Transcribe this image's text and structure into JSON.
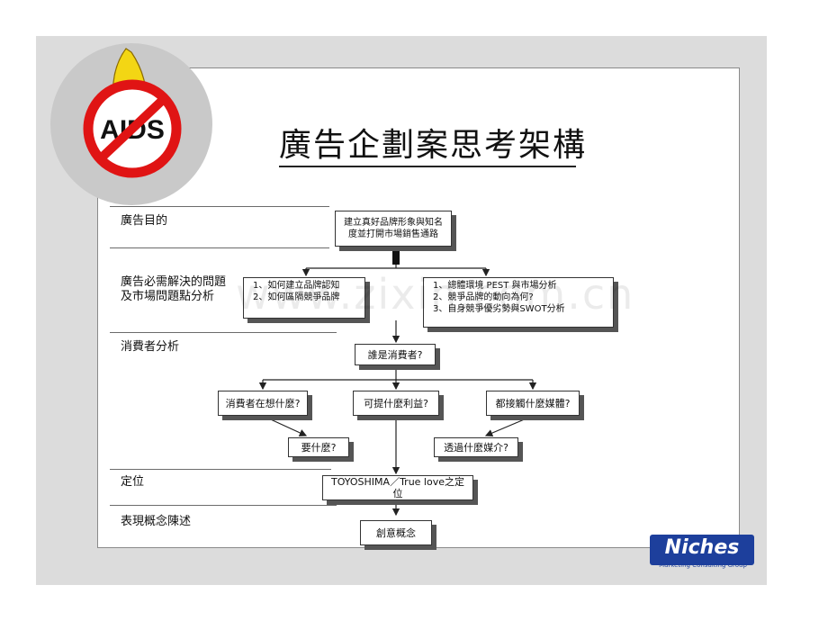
{
  "title": "廣告企劃案思考架構",
  "sections": [
    {
      "id": "purpose",
      "label": "廣告目的"
    },
    {
      "id": "problem",
      "label_line1": "廣告必需解決的問題",
      "label_line2": "及市場問題點分析"
    },
    {
      "id": "consumer",
      "label": "消費者分析"
    },
    {
      "id": "position",
      "label": "定位"
    },
    {
      "id": "concept",
      "label": "表現概念陳述"
    }
  ],
  "boxes": {
    "purpose": {
      "line1": "建立真好品牌形象與知名",
      "line2": "度並打開市場銷售通路"
    },
    "problem_left": {
      "line1": "1、如何建立品牌認知",
      "line2": "2、如何區隔競爭品牌"
    },
    "problem_right": {
      "line1": "1、總體環境 PEST 與市場分析",
      "line2": "2、競爭品牌的動向為何?",
      "line3": "3、自身競爭優劣勢與SWOT分析"
    },
    "who": "誰是消費者?",
    "what_want": "消費者在想什麼?",
    "value": "可提什麼利益?",
    "where": "都接觸什麼媒體?",
    "want": "要什麼?",
    "media": "透過什麼媒介?",
    "positioning": "TOYOSHIMA／True love之定位",
    "creative": "創意概念"
  },
  "logo": {
    "name": "Niches",
    "tagline": "Marketing Consulting Group"
  },
  "badge": {
    "text": "AIDS"
  },
  "watermark": "www.zixin.com.cn"
}
